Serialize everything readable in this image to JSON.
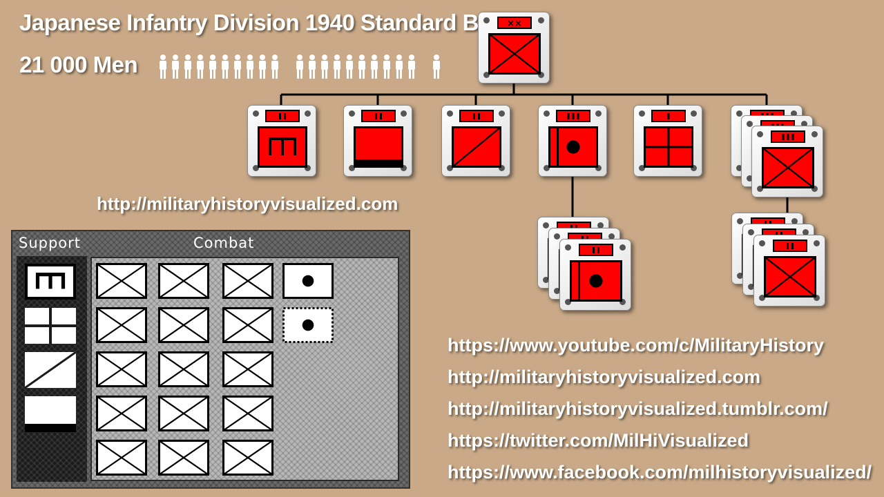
{
  "header": {
    "title": "Japanese Infantry Division 1940 Standard B",
    "strength": "21 000 Men",
    "strength_icon": "soldier-figure-icon"
  },
  "site_url_top": "http://militaryhistoryvisualized.com",
  "colors": {
    "background": "#c9a987",
    "unit_fill": "#ff0000",
    "card": "#f2f2f2",
    "outline": "#000000"
  },
  "org_chart": {
    "division": {
      "echelon": "XX",
      "symbol": "infantry"
    },
    "subunits": [
      {
        "echelon": "II",
        "symbol": "engineer"
      },
      {
        "echelon": "II",
        "symbol": "cavalry"
      },
      {
        "echelon": "II",
        "symbol": "transport"
      },
      {
        "echelon": "III",
        "symbol": "artillery",
        "children": {
          "echelon": "II",
          "symbol": "artillery",
          "count": 3
        }
      },
      {
        "echelon": "I",
        "symbol": "signals"
      },
      {
        "echelon": "III",
        "symbol": "infantry",
        "count": 3,
        "children": {
          "echelon": "II",
          "symbol": "infantry",
          "count": 3
        }
      }
    ]
  },
  "summary_panel": {
    "support_label": "Support",
    "combat_label": "Combat",
    "support_symbols": [
      "engineer",
      "signals",
      "transport",
      "cavalry"
    ],
    "combat_grid": {
      "columns": [
        [
          "infantry",
          "infantry",
          "infantry",
          "infantry",
          "infantry"
        ],
        [
          "infantry",
          "infantry",
          "infantry",
          "infantry",
          "infantry"
        ],
        [
          "infantry",
          "infantry",
          "infantry",
          "infantry",
          "infantry"
        ],
        [
          "artillery",
          "artillery-dashed"
        ]
      ]
    }
  },
  "links": [
    "https://www.youtube.com/c/MilitaryHistory",
    "http://militaryhistoryvisualized.com",
    "http://militaryhistoryvisualized.tumblr.com/",
    "https://twitter.com/MilHiVisualized",
    "https://www.facebook.com/milhistoryvisualized/"
  ]
}
